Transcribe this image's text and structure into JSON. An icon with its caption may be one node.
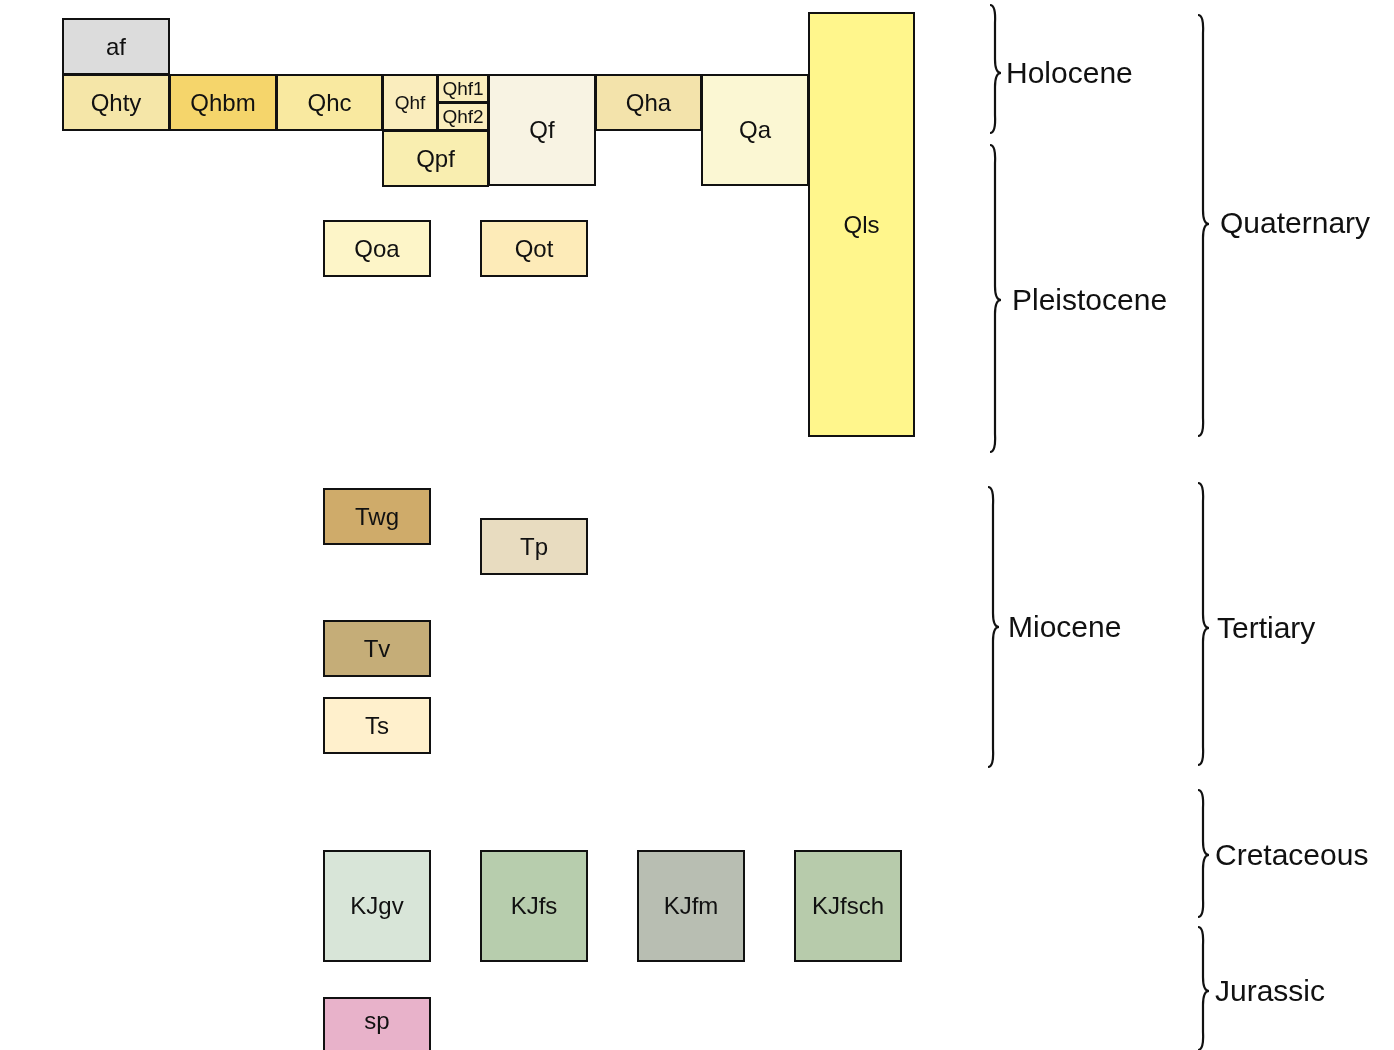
{
  "diagram": {
    "nodes": [
      {
        "text": [
          "af"
        ]
      },
      {
        "text": [
          "Qhty"
        ]
      },
      {
        "text": [
          "Qhbm"
        ]
      },
      {
        "text": [
          "Qhc"
        ]
      },
      {
        "text": [
          "Qhf"
        ]
      },
      {
        "text": [
          "Qhf1"
        ]
      },
      {
        "text": [
          "Qhf2"
        ]
      },
      {
        "text": [
          "Qpf"
        ]
      },
      {
        "text": [
          "Qf"
        ]
      },
      {
        "text": [
          "Qha"
        ]
      },
      {
        "text": [
          "Qa"
        ]
      },
      {
        "text": [
          "Qls"
        ]
      },
      {
        "text": [
          "Qoa"
        ]
      },
      {
        "text": [
          "Qot"
        ]
      },
      {
        "text": [
          "Twg"
        ]
      },
      {
        "text": [
          "Tp"
        ]
      },
      {
        "text": [
          "Tv"
        ]
      },
      {
        "text": [
          "Ts"
        ]
      },
      {
        "text": [
          "KJgv"
        ]
      },
      {
        "text": [
          "KJfs"
        ]
      },
      {
        "text": [
          "KJfm"
        ]
      },
      {
        "text": [
          "KJfsch"
        ]
      },
      {
        "text": [
          "sp"
        ]
      }
    ],
    "labels": [
      "Holocene",
      "Quaternary",
      "Pleistocene",
      "Miocene",
      "Tertiary",
      "Cretaceous",
      "Jurassic"
    ]
  }
}
